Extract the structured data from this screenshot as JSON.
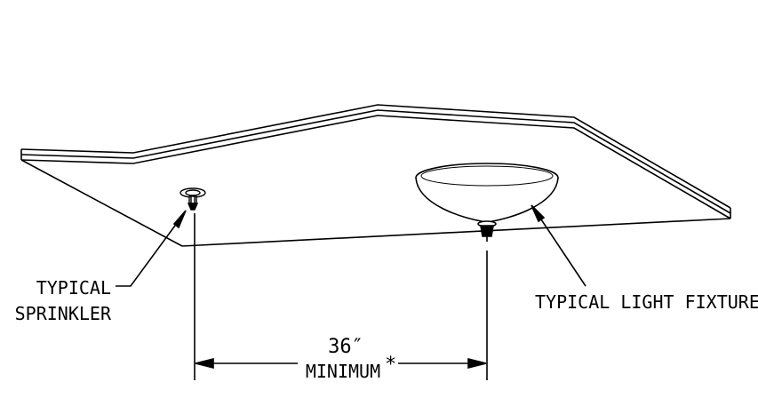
{
  "labels": {
    "sprinkler_line1": "TYPICAL",
    "sprinkler_line2": "SPRINKLER",
    "light_fixture": "TYPICAL LIGHT FIXTURE",
    "dimension_value": "36″",
    "dimension_note": "MINIMUM",
    "dimension_asterisk": "*"
  },
  "colors": {
    "stroke": "#000000",
    "background": "#ffffff"
  }
}
